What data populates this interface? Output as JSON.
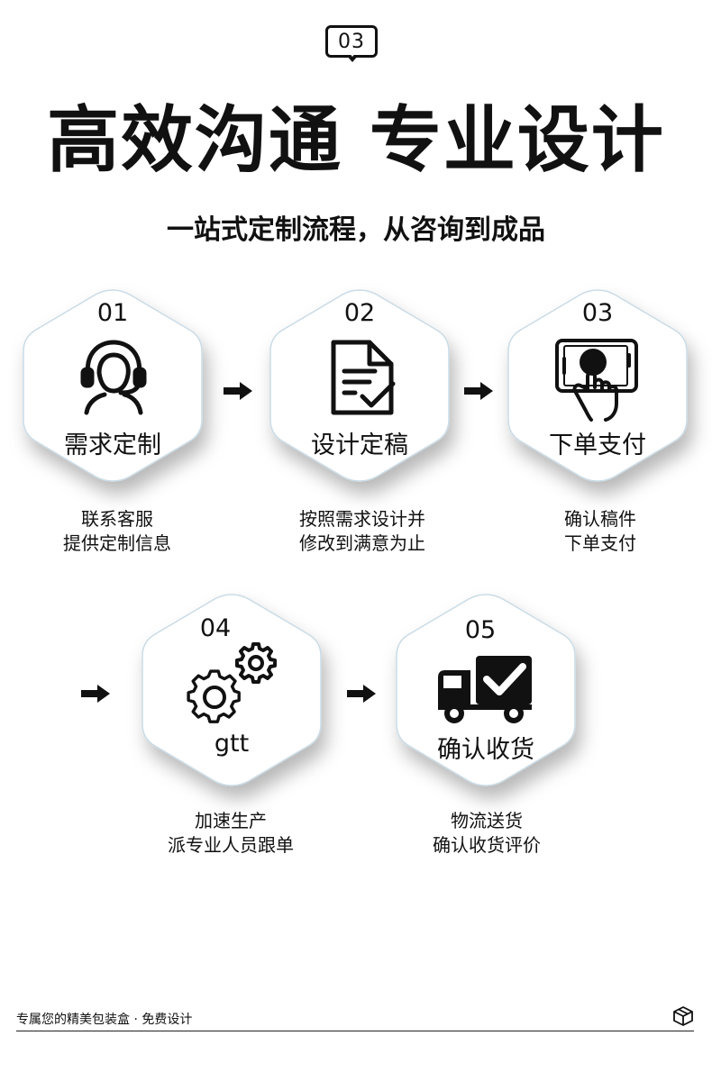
{
  "header": {
    "badge": "03",
    "title": "高效沟通 专业设计",
    "subtitle": "一站式定制流程，从咨询到成品"
  },
  "steps": [
    {
      "num": "01",
      "label": "需求定制",
      "icon": "headset-person-icon",
      "desc": [
        "联系客服",
        "提供定制信息"
      ]
    },
    {
      "num": "02",
      "label": "设计定稿",
      "icon": "document-check-icon",
      "desc": [
        "按照需求设计并",
        "修改到满意为止"
      ]
    },
    {
      "num": "03",
      "label": "下单支付",
      "icon": "phone-tap-icon",
      "desc": [
        "确认稿件",
        "下单支付"
      ]
    },
    {
      "num": "04",
      "label": "gtt",
      "icon": "gears-icon",
      "desc": [
        "加速生产",
        "派专业人员跟单"
      ]
    },
    {
      "num": "05",
      "label": "确认收货",
      "icon": "delivery-truck-icon",
      "desc": [
        "物流送货",
        "确认收货评价"
      ]
    }
  ],
  "footer": {
    "text": "专属您的精美包装盒 · 免费设计",
    "icon": "package-box-icon"
  },
  "colors": {
    "text": "#111111",
    "hex_border": "#cfe0ea",
    "background": "#ffffff"
  }
}
